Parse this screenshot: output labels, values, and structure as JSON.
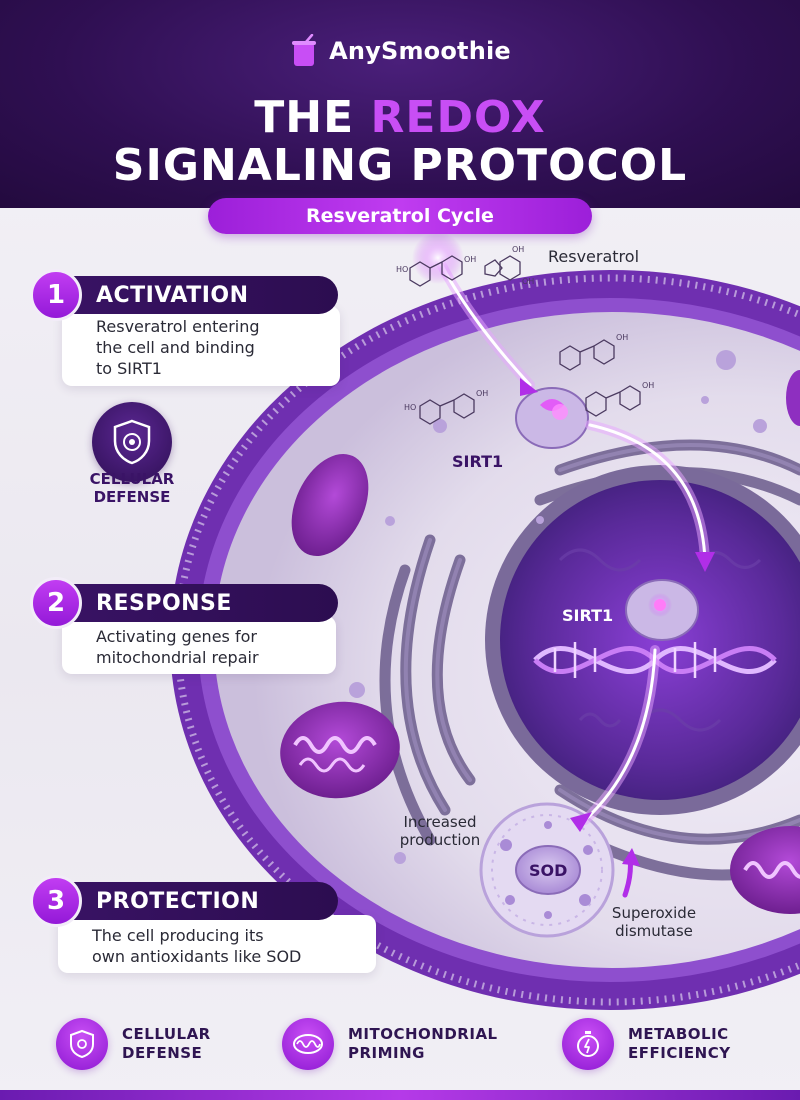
{
  "brand": {
    "name": "AnySmoothie",
    "icon": "smoothie-cup-icon"
  },
  "title": {
    "line1_prefix": "THE",
    "line1_accent": "REDOX",
    "line2": "SIGNALING PROTOCOL"
  },
  "cycle_label": "Resveratrol Cycle",
  "colors": {
    "header": "#2f0f52",
    "accent": "#c84ef5",
    "pill": "#b12ee8",
    "dark_purple": "#3a1366"
  },
  "steps": [
    {
      "number": "1",
      "title": "ACTIVATION",
      "lines": [
        "Resveratrol entering",
        "the cell and binding",
        "to SIRT1"
      ]
    },
    {
      "number": "2",
      "title": "RESPONSE",
      "lines": [
        "Activating genes for",
        "mitochondrial repair"
      ]
    },
    {
      "number": "3",
      "title": "PROTECTION",
      "lines": [
        "The cell producing its",
        "own antioxidants like SOD"
      ]
    }
  ],
  "side_badge": {
    "icon": "shield-icon",
    "line1": "CELLULAR",
    "line2": "DEFENSE"
  },
  "cell": {
    "resveratrol_label": "Resveratrol",
    "sirt1_outer": "SIRT1",
    "sirt1_nucleus": "SIRT1",
    "sod_label": "SOD",
    "increased_line1": "Increased",
    "increased_line2": "production",
    "superoxide_line1": "Superoxide",
    "superoxide_line2": "dismutase",
    "molecule_oh": "OH",
    "molecule_ho": "HO"
  },
  "footer": [
    {
      "icon": "shield-icon",
      "line1": "CELLULAR",
      "line2": "DEFENSE"
    },
    {
      "icon": "mitochondria-icon",
      "line1": "MITOCHONDRIAL",
      "line2": "PRIMING"
    },
    {
      "icon": "stopwatch-icon",
      "line1": "METABOLIC",
      "line2": "EFFICIENCY"
    }
  ]
}
